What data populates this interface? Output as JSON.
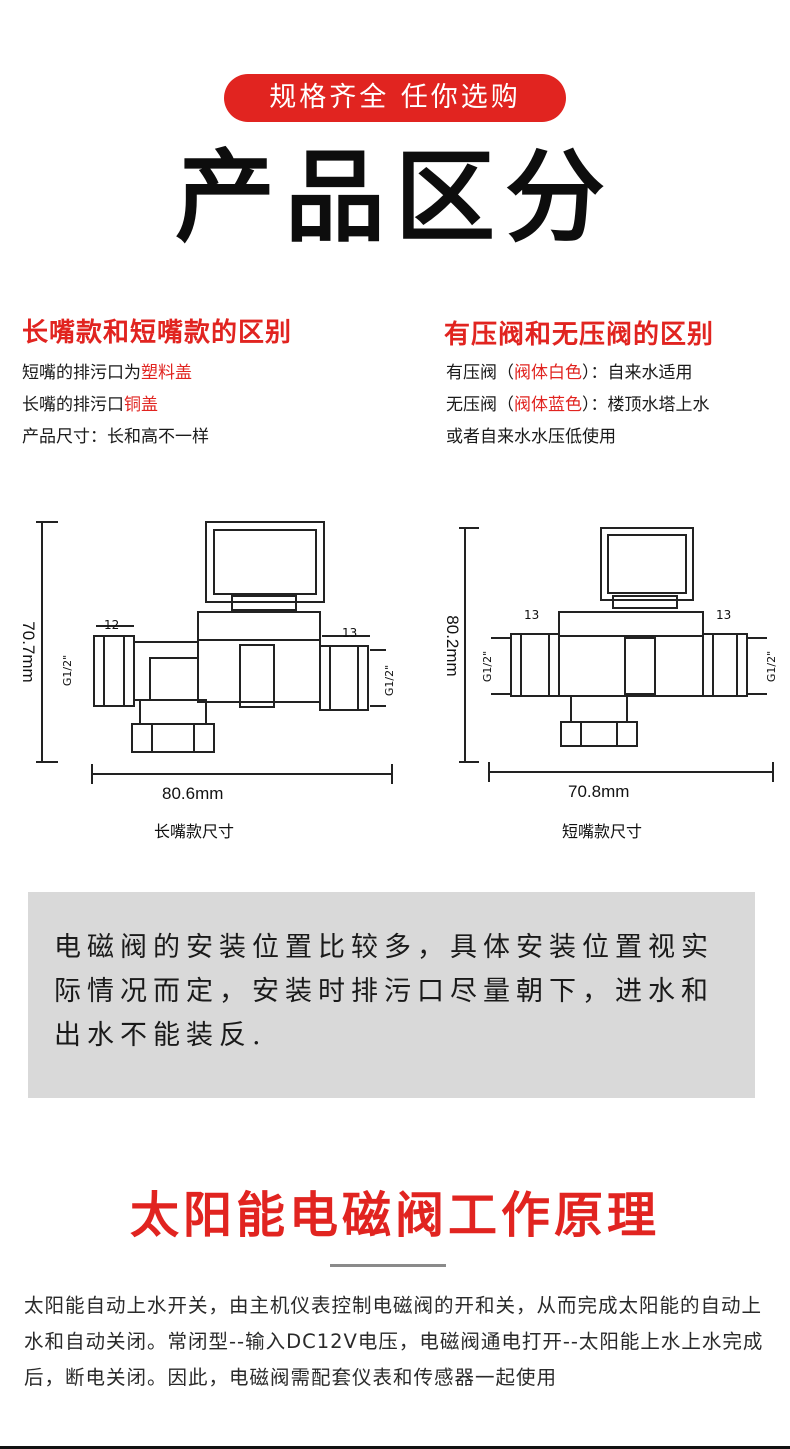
{
  "header": {
    "tagline": "规格齐全 任你选购",
    "title": "产品区分"
  },
  "left_column": {
    "heading": "长嘴款和短嘴款的区别",
    "lines": [
      {
        "text": "短嘴的排污口为",
        "highlight": "塑料盖",
        "suffix": ""
      },
      {
        "text": "长嘴的排污口",
        "highlight": "铜盖",
        "suffix": ""
      },
      {
        "text": "产品尺寸：长和高不一样",
        "highlight": "",
        "suffix": ""
      }
    ]
  },
  "right_column": {
    "heading": "有压阀和无压阀的区别",
    "lines": [
      {
        "text": "有压阀（",
        "highlight": "阀体白色",
        "suffix": "）：自来水适用"
      },
      {
        "text": "无压阀（",
        "highlight": "阀体蓝色",
        "suffix": "）：楼顶水塔上水"
      },
      {
        "text": "或者自来水水压低使用",
        "highlight": "",
        "suffix": ""
      }
    ]
  },
  "diagrams": {
    "left": {
      "height_label": "70.7mm",
      "width_label": "80.6mm",
      "thread_left": "G1/2\"",
      "thread_right": "G1/2\"",
      "dim_left": "12",
      "dim_right": "13",
      "caption": "长嘴款尺寸"
    },
    "right": {
      "height_label": "80.2mm",
      "width_label": "70.8mm",
      "thread_left": "G1/2\"",
      "thread_right": "G1/2\"",
      "dim_left": "13",
      "dim_right": "13",
      "caption": "短嘴款尺寸"
    }
  },
  "notice": {
    "text": "电磁阀的安装位置比较多，具体安装位置视实际情况而定，安装时排污口尽量朝下，进水和出水不能装反."
  },
  "principle": {
    "title": "太阳能电磁阀工作原理",
    "text": "太阳能自动上水开关，由主机仪表控制电磁阀的开和关，从而完成太阳能的自动上水和自动关闭。常闭型--输入DC12V电压，电磁阀通电打开--太阳能上水上水完成后，断电关闭。因此，电磁阀需配套仪表和传感器一起使用"
  },
  "colors": {
    "accent": "#e12420",
    "notice_bg": "#d9d9d9"
  }
}
